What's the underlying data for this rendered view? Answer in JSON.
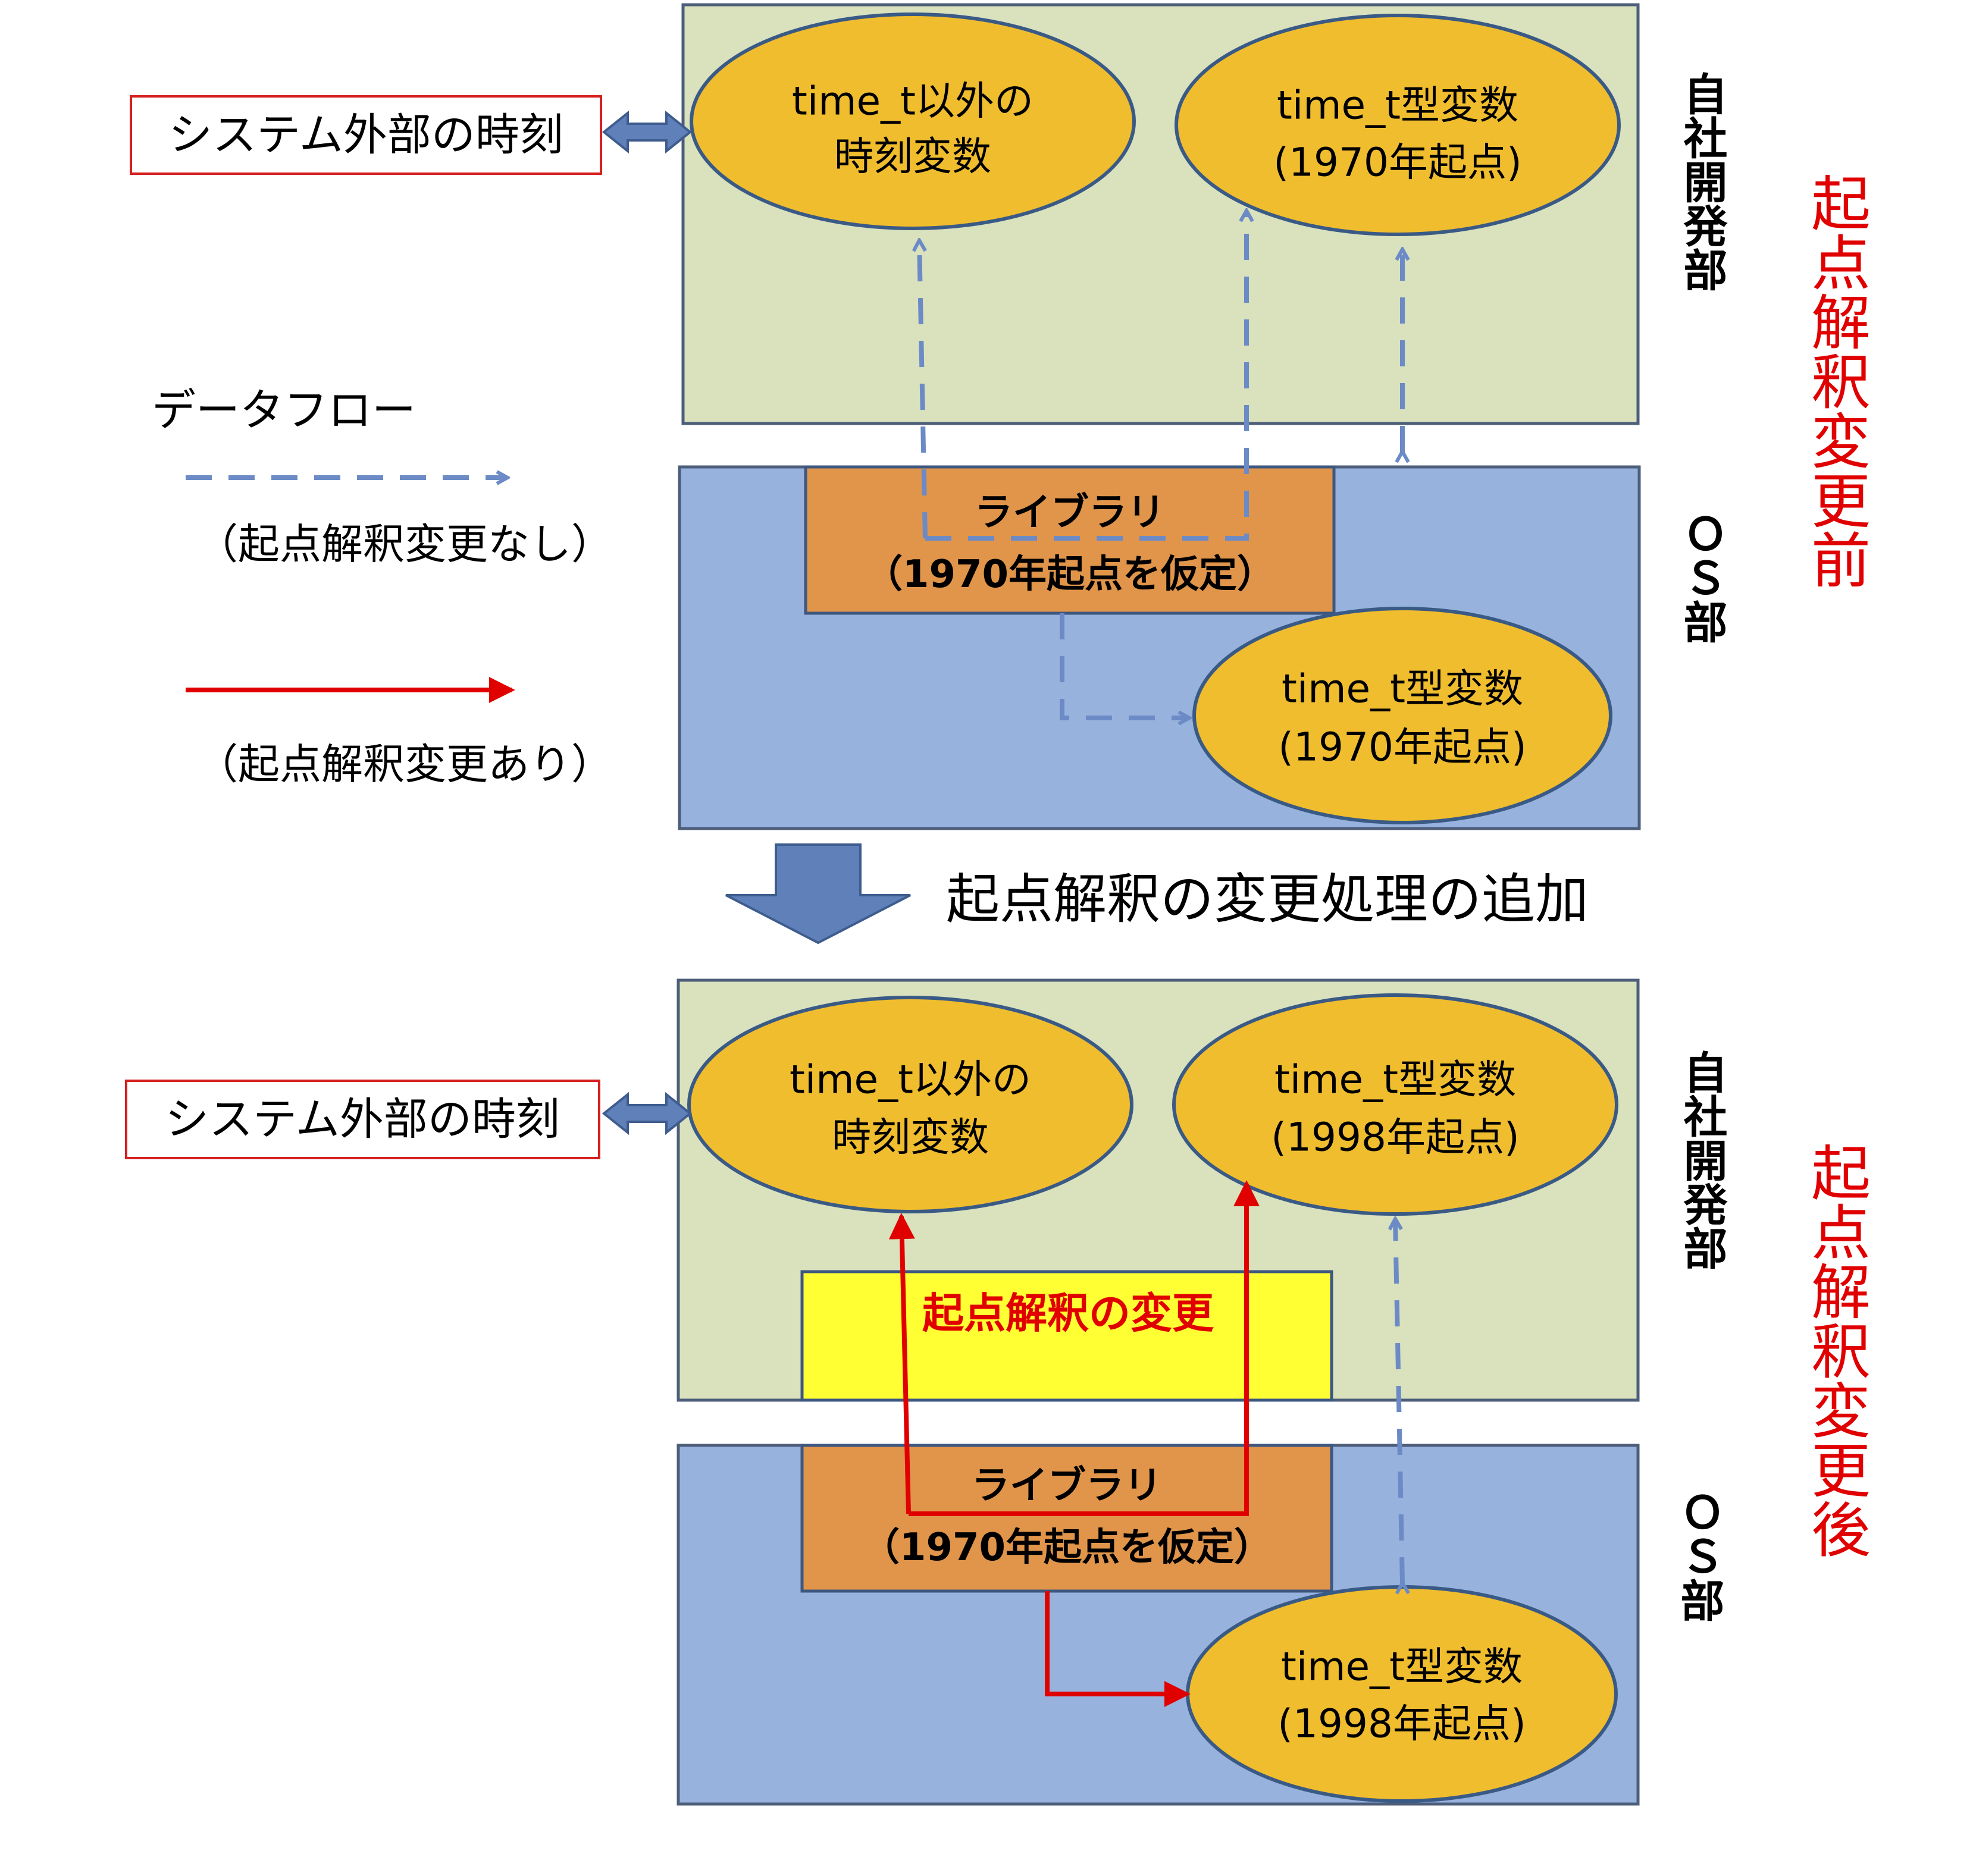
{
  "colors": {
    "company_zone": "#d9e1bd",
    "os_zone": "#98b2de",
    "zone_border": "#4d5e7a",
    "ellipse_fill": "#f0bd2e",
    "ellipse_border": "#3a5a86",
    "library_fill": "#e0954a",
    "library_border": "#3d5780",
    "conversion_fill": "#ffff33",
    "dashed_arrow": "#6c8bc6",
    "solid_arrow": "#e00000",
    "red_text": "#e00000",
    "big_arrow": "#5f80b8"
  },
  "legend": {
    "title": "データフロー",
    "dashed_caption": "（起点解釈変更なし）",
    "solid_caption": "（起点解釈変更あり）"
  },
  "transition": {
    "label": "起点解釈の変更処理の追加"
  },
  "before": {
    "stage_label": "起点解釈変更前",
    "external_time": "システム外部の時刻",
    "company_side_label": "自社開発部",
    "os_side_label": "ＯＳ部",
    "other_time_var": [
      "time_t以外の",
      "時刻変数"
    ],
    "company_time_t": [
      "time_t型変数",
      "(1970年起点)"
    ],
    "library": [
      "ライブラリ",
      "（1970年起点を仮定）"
    ],
    "os_time_t": [
      "time_t型変数",
      "(1970年起点)"
    ]
  },
  "after": {
    "stage_label": "起点解釈変更後",
    "external_time": "システム外部の時刻",
    "company_side_label": "自社開発部",
    "os_side_label": "ＯＳ部",
    "other_time_var": [
      "time_t以外の",
      "時刻変数"
    ],
    "company_time_t": [
      "time_t型変数",
      "(1998年起点)"
    ],
    "conversion": "起点解釈の変更",
    "library": [
      "ライブラリ",
      "（1970年起点を仮定）"
    ],
    "os_time_t": [
      "time_t型変数",
      "(1998年起点)"
    ]
  }
}
